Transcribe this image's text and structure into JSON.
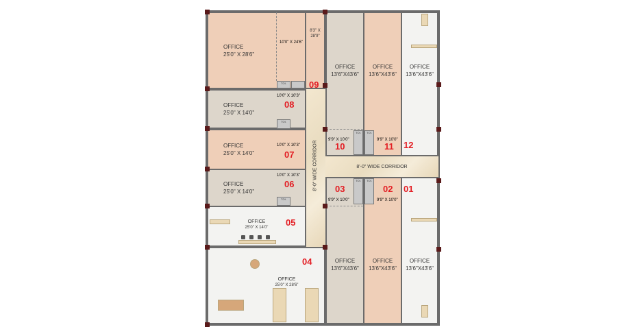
{
  "plan": {
    "units": [
      {
        "no": "09",
        "name": "OFFICE",
        "size": "25'0\" X 28'6\"",
        "sub1": "10'0\" X 24'6\"",
        "sub2": "8'3\" X 28'9\""
      },
      {
        "no": "08",
        "name": "OFFICE",
        "size": "25'0\" X 14'0\"",
        "sub": "10'0\" X 10'3\""
      },
      {
        "no": "07",
        "name": "OFFICE",
        "size": "25'0\" X 14'0\"",
        "sub": "10'0\" X 10'3\""
      },
      {
        "no": "06",
        "name": "OFFICE",
        "size": "25'0\" X 14'0\"",
        "sub": "10'0\" X 10'3\""
      },
      {
        "no": "05",
        "name": "OFFICE",
        "size": "25'0\" X 14'0\""
      },
      {
        "no": "04",
        "name": "OFFICE",
        "size": "25'0\" X 28'6\""
      },
      {
        "no": "10",
        "name": "OFFICE",
        "size": "13'6\"X43'6\"",
        "sub": "9'9\" X 10'0\""
      },
      {
        "no": "11",
        "name": "OFFICE",
        "size": "13'6\"X43'6\"",
        "sub": "9'9\" X 10'0\""
      },
      {
        "no": "12",
        "name": "OFFICE",
        "size": "13'6\"X43'6\""
      },
      {
        "no": "03",
        "name": "OFFICE",
        "size": "13'6\"X43'6\"",
        "sub": "9'9\" X 10'0\""
      },
      {
        "no": "02",
        "name": "OFFICE",
        "size": "13'6\"X43'6\"",
        "sub": "9'9\" X 10'0\""
      },
      {
        "no": "01",
        "name": "OFFICE",
        "size": "13'6\"X43'6\""
      }
    ],
    "corridor_v": "8'-0\" WIDE CORRIDOR",
    "corridor_h": "8'-0\" WIDE CORRIDOR",
    "toilet": "TOI."
  },
  "colors": {
    "unit_number": "#e31d23",
    "peach": "#efcfb8",
    "grey": "#ddd6cb"
  }
}
